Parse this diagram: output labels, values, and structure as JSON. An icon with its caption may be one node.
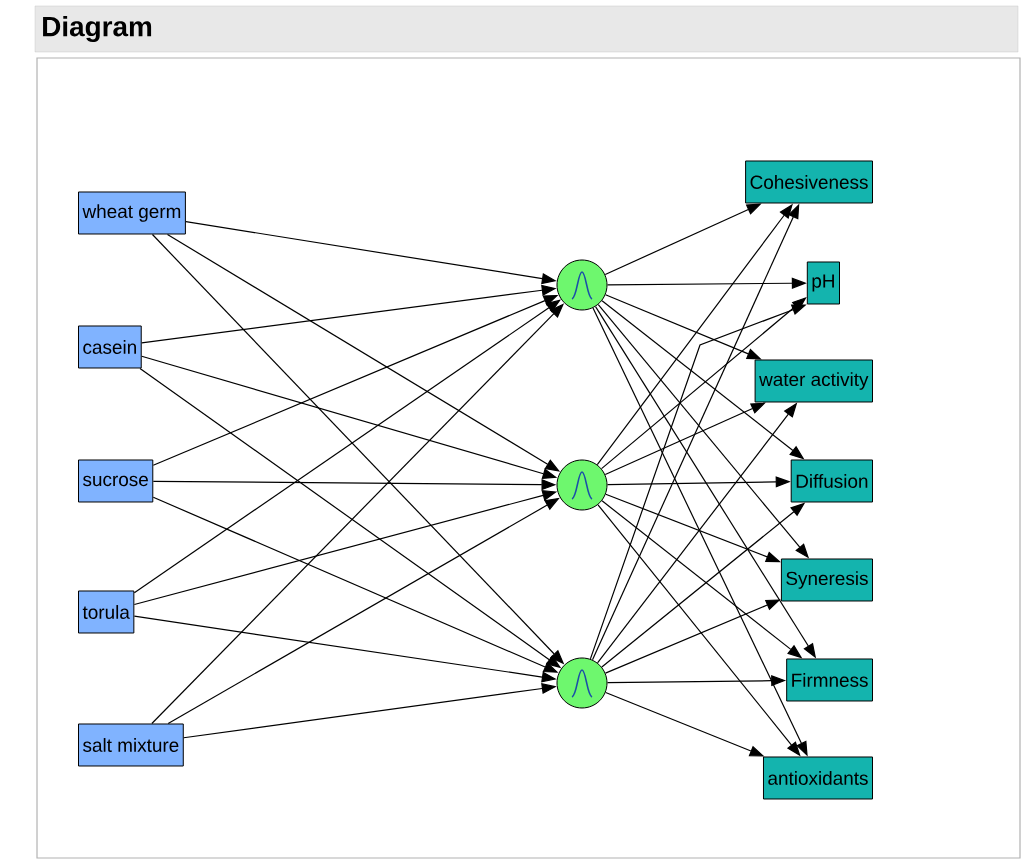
{
  "diagram": {
    "title": "Diagram",
    "nodes": [
      {
        "text": [
          "wheat germ"
        ]
      },
      {
        "text": [
          "casein"
        ]
      },
      {
        "text": [
          "sucrose"
        ]
      },
      {
        "text": [
          "torula"
        ]
      },
      {
        "text": [
          "salt mixture"
        ]
      },
      {
        "text": [],
        "shape": "circle"
      },
      {
        "text": [],
        "shape": "circle"
      },
      {
        "text": [],
        "shape": "circle"
      },
      {
        "text": [
          "Cohesiveness"
        ]
      },
      {
        "text": [
          "pH"
        ]
      },
      {
        "text": [
          "water activity"
        ]
      },
      {
        "text": [
          "Diffusion"
        ]
      },
      {
        "text": [
          "Syneresis"
        ]
      },
      {
        "text": [
          "Firmness"
        ]
      },
      {
        "text": [
          "antioxidants"
        ]
      }
    ],
    "edges": [
      {
        "from": 0,
        "to": 5,
        "arrow": "to"
      },
      {
        "from": 0,
        "to": 6,
        "arrow": "to"
      },
      {
        "from": 0,
        "to": 7,
        "arrow": "to"
      },
      {
        "from": 1,
        "to": 5,
        "arrow": "to"
      },
      {
        "from": 1,
        "to": 6,
        "arrow": "to"
      },
      {
        "from": 1,
        "to": 7,
        "arrow": "to"
      },
      {
        "from": 2,
        "to": 5,
        "arrow": "to"
      },
      {
        "from": 2,
        "to": 6,
        "arrow": "to"
      },
      {
        "from": 2,
        "to": 7,
        "arrow": "to"
      },
      {
        "from": 3,
        "to": 5,
        "arrow": "to"
      },
      {
        "from": 3,
        "to": 6,
        "arrow": "to"
      },
      {
        "from": 3,
        "to": 7,
        "arrow": "to"
      },
      {
        "from": 4,
        "to": 5,
        "arrow": "to"
      },
      {
        "from": 4,
        "to": 6,
        "arrow": "to"
      },
      {
        "from": 4,
        "to": 7,
        "arrow": "to"
      },
      {
        "from": 5,
        "to": 8,
        "arrow": "to"
      },
      {
        "from": 5,
        "to": 9,
        "arrow": "to"
      },
      {
        "from": 5,
        "to": 10,
        "arrow": "to"
      },
      {
        "from": 5,
        "to": 11,
        "arrow": "to"
      },
      {
        "from": 5,
        "to": 12,
        "arrow": "to"
      },
      {
        "from": 5,
        "to": 13,
        "arrow": "to"
      },
      {
        "from": 5,
        "to": 14,
        "arrow": "to"
      },
      {
        "from": 6,
        "to": 8,
        "arrow": "to"
      },
      {
        "from": 6,
        "to": 9,
        "arrow": "to"
      },
      {
        "from": 6,
        "to": 10,
        "arrow": "to"
      },
      {
        "from": 6,
        "to": 11,
        "arrow": "to"
      },
      {
        "from": 6,
        "to": 12,
        "arrow": "to"
      },
      {
        "from": 6,
        "to": 13,
        "arrow": "to"
      },
      {
        "from": 6,
        "to": 14,
        "arrow": "to"
      },
      {
        "from": 7,
        "to": 8,
        "arrow": "to"
      },
      {
        "from": 7,
        "to": 9,
        "arrow": "to"
      },
      {
        "from": 7,
        "to": 10,
        "arrow": "to"
      },
      {
        "from": 7,
        "to": 11,
        "arrow": "to"
      },
      {
        "from": 7,
        "to": 12,
        "arrow": "to"
      },
      {
        "from": 7,
        "to": 13,
        "arrow": "to"
      },
      {
        "from": 7,
        "to": 14,
        "arrow": "to"
      }
    ]
  }
}
